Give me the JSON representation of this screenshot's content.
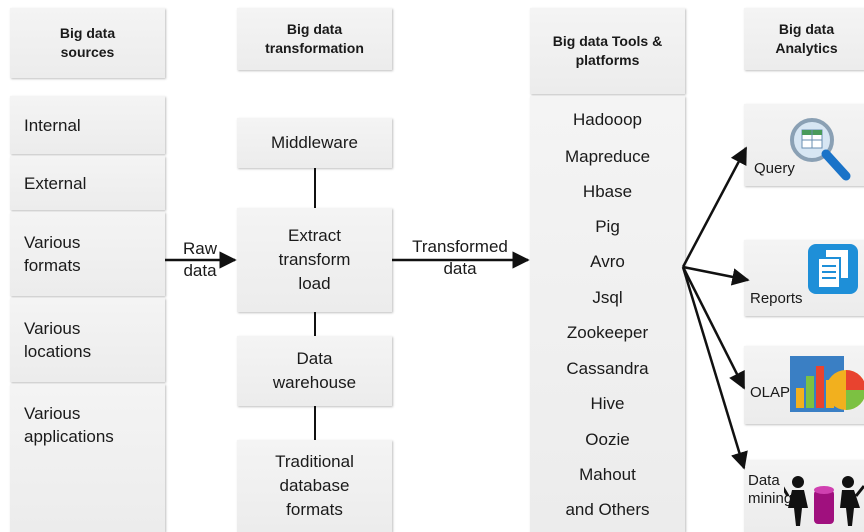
{
  "headers": {
    "sources": "Big data sources",
    "transformation": "Big data transformation",
    "tools": "Big data Tools & platforms",
    "analytics": "Big data Analytics"
  },
  "sources": [
    "Internal",
    "External",
    "Various formats",
    "Various locations",
    "Various applications"
  ],
  "transformation": {
    "middleware": "Middleware",
    "etl": "Extract transform load",
    "warehouse": "Data warehouse",
    "traditional": "Traditional database formats"
  },
  "flow_labels": {
    "raw": "Raw data",
    "transformed": "Transformed data"
  },
  "tools": [
    "Hadooop",
    "Mapreduce",
    "Hbase",
    "Pig",
    "Avro",
    "Jsql",
    "Zookeeper",
    "Cassandra",
    "Hive",
    "Oozie",
    "Mahout",
    "and Others"
  ],
  "analytics": [
    "Query",
    "Reports",
    "OLAP",
    "Data mining"
  ],
  "icons": [
    "query-magnifier-icon",
    "report-document-icon",
    "olap-chart-icon",
    "data-mining-workers-icon"
  ]
}
